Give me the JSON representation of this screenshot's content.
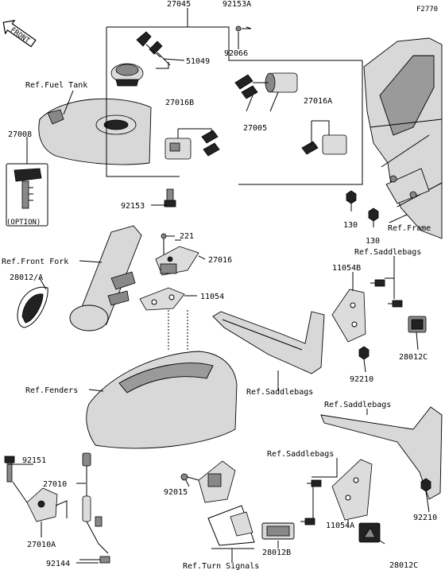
{
  "diagram_code": "F2770",
  "front_tag": "FRONT",
  "option_tag": "(OPTION)",
  "parts": {
    "p27045": "27045",
    "p92153A": "92153A",
    "p92066": "92066",
    "p51049": "51049",
    "p27016B": "27016B",
    "p27005": "27005",
    "p27016A": "27016A",
    "p27008": "27008",
    "p92153": "92153",
    "p130a": "130",
    "p130b": "130",
    "p221": "221",
    "p27016": "27016",
    "p28012A": "28012/A",
    "p11054": "11054",
    "p11054B": "11054B",
    "p28012C_top": "28012C",
    "p92210_top": "92210",
    "p92151": "92151",
    "p27010": "27010",
    "p92015": "92015",
    "p27010A": "27010A",
    "p92144": "92144",
    "p28012B": "28012B",
    "p11054A": "11054A",
    "p92210_bot": "92210",
    "p28012C_bot": "28012C"
  },
  "refs": {
    "fuel_tank": "Ref.Fuel Tank",
    "frame": "Ref.Frame",
    "front_fork": "Ref.Front Fork",
    "saddlebags_1": "Ref.Saddlebags",
    "saddlebags_2": "Ref.Saddlebags",
    "saddlebags_3": "Ref.Saddlebags",
    "saddlebags_4": "Ref.Saddlebags",
    "fenders": "Ref.Fenders",
    "turn_signals": "Ref.Turn Signals"
  }
}
